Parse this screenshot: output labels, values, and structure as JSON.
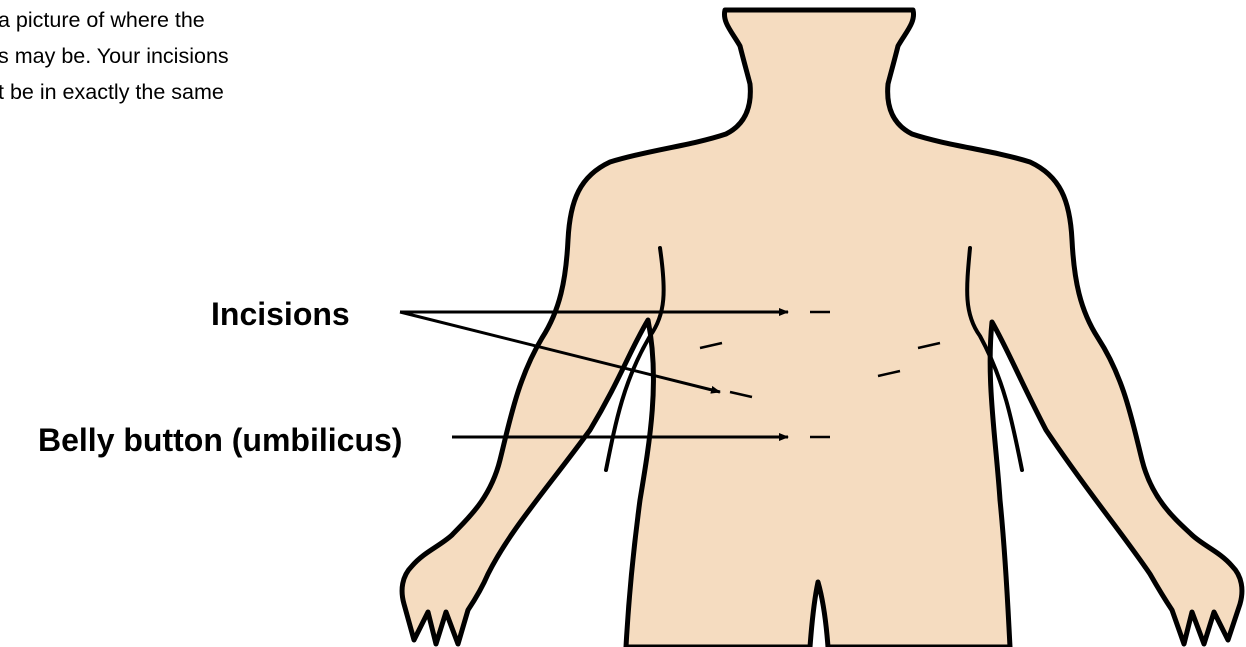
{
  "intro_text": {
    "line1": "a picture of where the",
    "line2": "s may be. Your incisions",
    "line3": "t be in exactly the same"
  },
  "labels": {
    "incisions": "Incisions",
    "belly_button": "Belly button (umbilicus)"
  },
  "colors": {
    "skin": "#f5dcc0",
    "outline": "#000000",
    "background": "#ffffff"
  }
}
